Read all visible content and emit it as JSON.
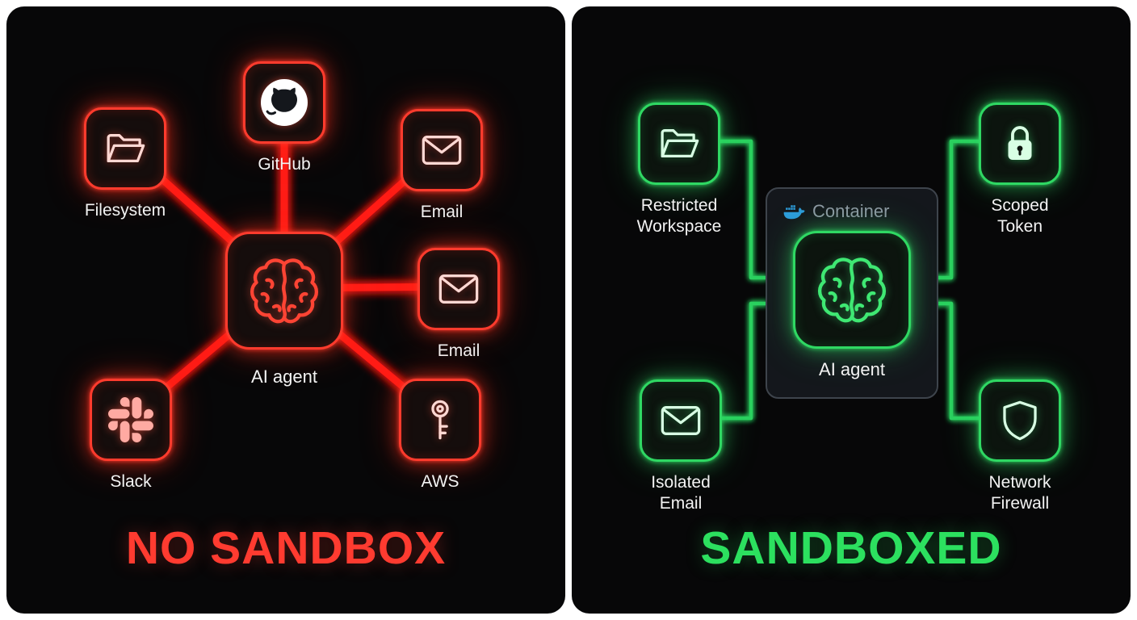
{
  "left_panel": {
    "title": "NO SANDBOX",
    "title_color": "#ff3b30",
    "accent_color": "#ff2d1f",
    "center_node": {
      "label": "AI agent",
      "icon": "brain-icon"
    },
    "nodes": [
      {
        "label": "Filesystem",
        "icon": "folder-icon"
      },
      {
        "label": "GitHub",
        "icon": "github-icon"
      },
      {
        "label": "Email",
        "icon": "envelope-icon"
      },
      {
        "label": "Email",
        "icon": "envelope-icon"
      },
      {
        "label": "Slack",
        "icon": "slack-icon"
      },
      {
        "label": "AWS",
        "icon": "key-icon"
      }
    ]
  },
  "right_panel": {
    "title": "SANDBOXED",
    "title_color": "#2ce05f",
    "accent_color": "#2bd15e",
    "container": {
      "label": "Container",
      "icon": "docker-icon",
      "agent": {
        "label": "AI agent",
        "icon": "brain-icon"
      }
    },
    "nodes": [
      {
        "label": "Restricted Workspace",
        "icon": "folder-icon"
      },
      {
        "label": "Scoped Token",
        "icon": "lock-icon"
      },
      {
        "label": "Isolated Email",
        "icon": "envelope-icon"
      },
      {
        "label": "Network Firewall",
        "icon": "shield-icon"
      }
    ]
  }
}
